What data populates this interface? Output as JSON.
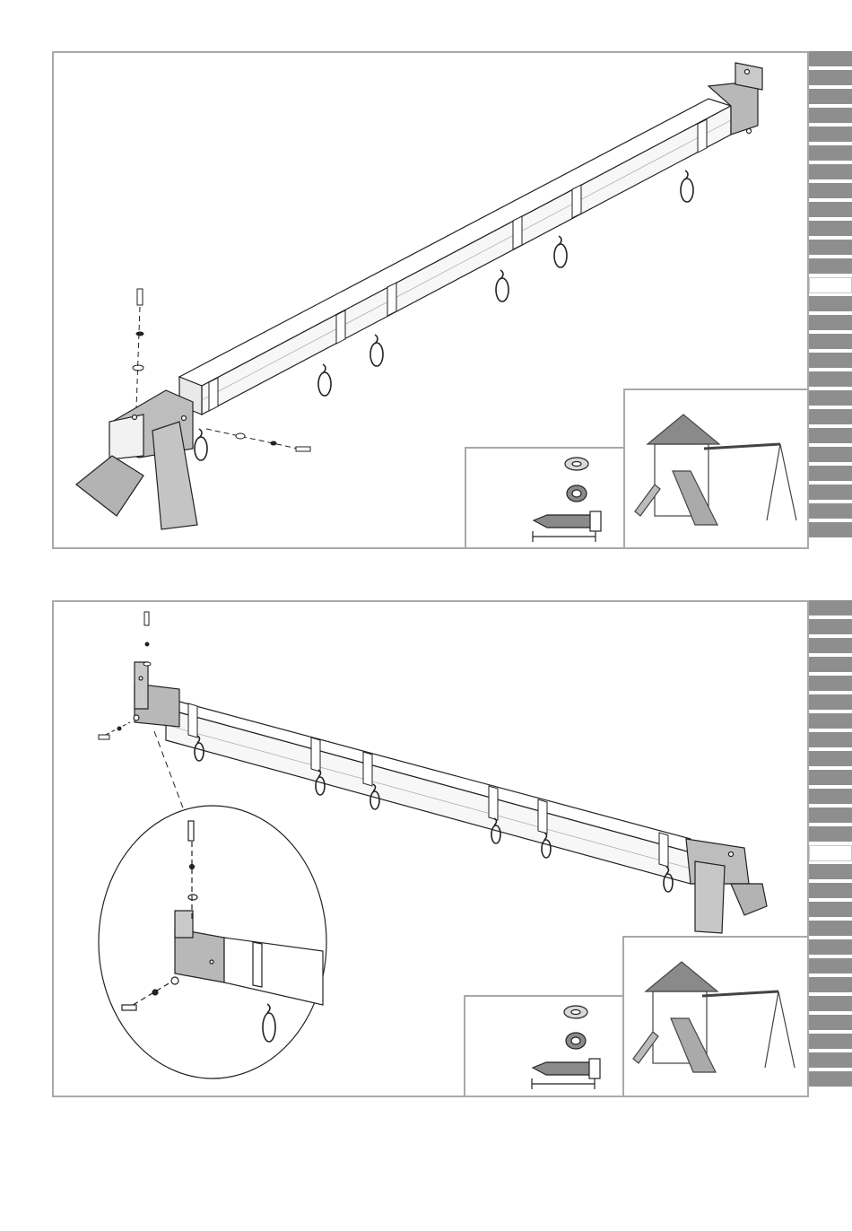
{
  "page": {
    "panels": [
      {
        "id": "panel-top",
        "hooks_count": 6,
        "active_tab_index": 12,
        "tab_count": 26
      },
      {
        "id": "panel-bottom",
        "hooks_count": 6,
        "active_tab_index": 13,
        "tab_count": 26
      }
    ]
  },
  "colors": {
    "frame": "#a9a9a9",
    "tab": "#8e8e8e",
    "part_fill": "#b8b8b8",
    "beam_fill": "#ffffff",
    "line": "#222222"
  },
  "icons": [
    "washer-icon",
    "spring-washer-icon",
    "lag-screw-icon",
    "playset-thumbnail"
  ]
}
